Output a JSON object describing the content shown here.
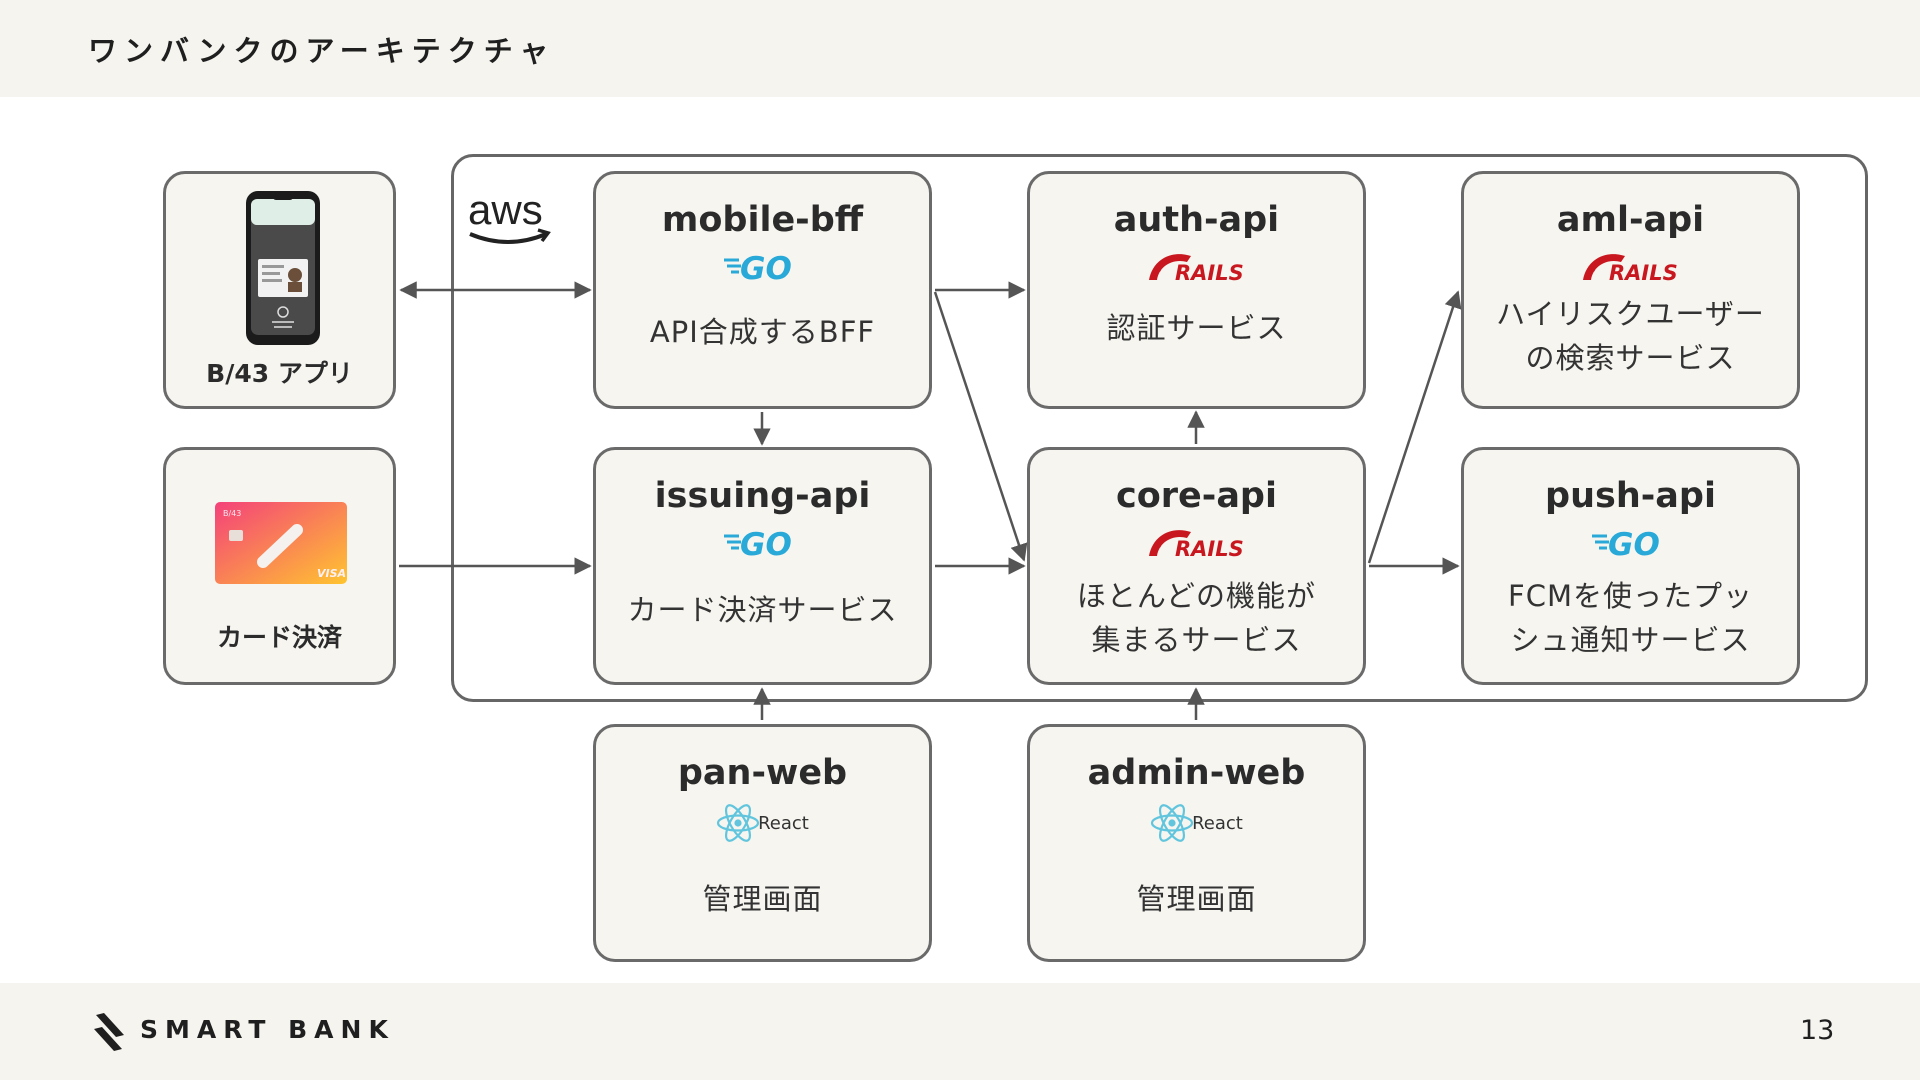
{
  "header": {
    "title": "ワンバンクのアーキテクチャ"
  },
  "footer": {
    "brand": "SMART BANK",
    "page_number": "13"
  },
  "aws": {
    "logo_text": "aws",
    "icon": "aws-icon"
  },
  "clients": {
    "app": {
      "label": "B/43 アプリ",
      "icon": "smartphone-icon"
    },
    "card": {
      "label": "カード決済",
      "icon": "card-icon",
      "card_text": "B/43",
      "card_brand": "VISA"
    }
  },
  "nodes": {
    "mobile_bff": {
      "name": "mobile-bff",
      "tech": "GO",
      "desc": "API合成するBFF"
    },
    "issuing_api": {
      "name": "issuing-api",
      "tech": "GO",
      "desc": "カード決済サービス"
    },
    "auth_api": {
      "name": "auth-api",
      "tech": "RAILS",
      "desc": "認証サービス"
    },
    "core_api": {
      "name": "core-api",
      "tech": "RAILS",
      "desc1": "ほとんどの機能が",
      "desc2": "集まるサービス"
    },
    "aml_api": {
      "name": "aml-api",
      "tech": "RAILS",
      "desc1": "ハイリスクユーザー",
      "desc2": "の検索サービス"
    },
    "push_api": {
      "name": "push-api",
      "tech": "GO",
      "desc1": "FCMを使ったプッ",
      "desc2": "シュ通知サービス"
    },
    "pan_web": {
      "name": "pan-web",
      "tech": "React",
      "desc": "管理画面"
    },
    "admin_web": {
      "name": "admin-web",
      "tech": "React",
      "desc": "管理画面"
    }
  },
  "colors": {
    "band": "#f5f4ef",
    "node_fill": "#f6f5f0",
    "border": "#6a6a6a",
    "go": "#29a9d8",
    "rails": "#c8171e",
    "react": "#61c5dd",
    "card_gradient": [
      "#f4417a",
      "#ffc430"
    ]
  }
}
